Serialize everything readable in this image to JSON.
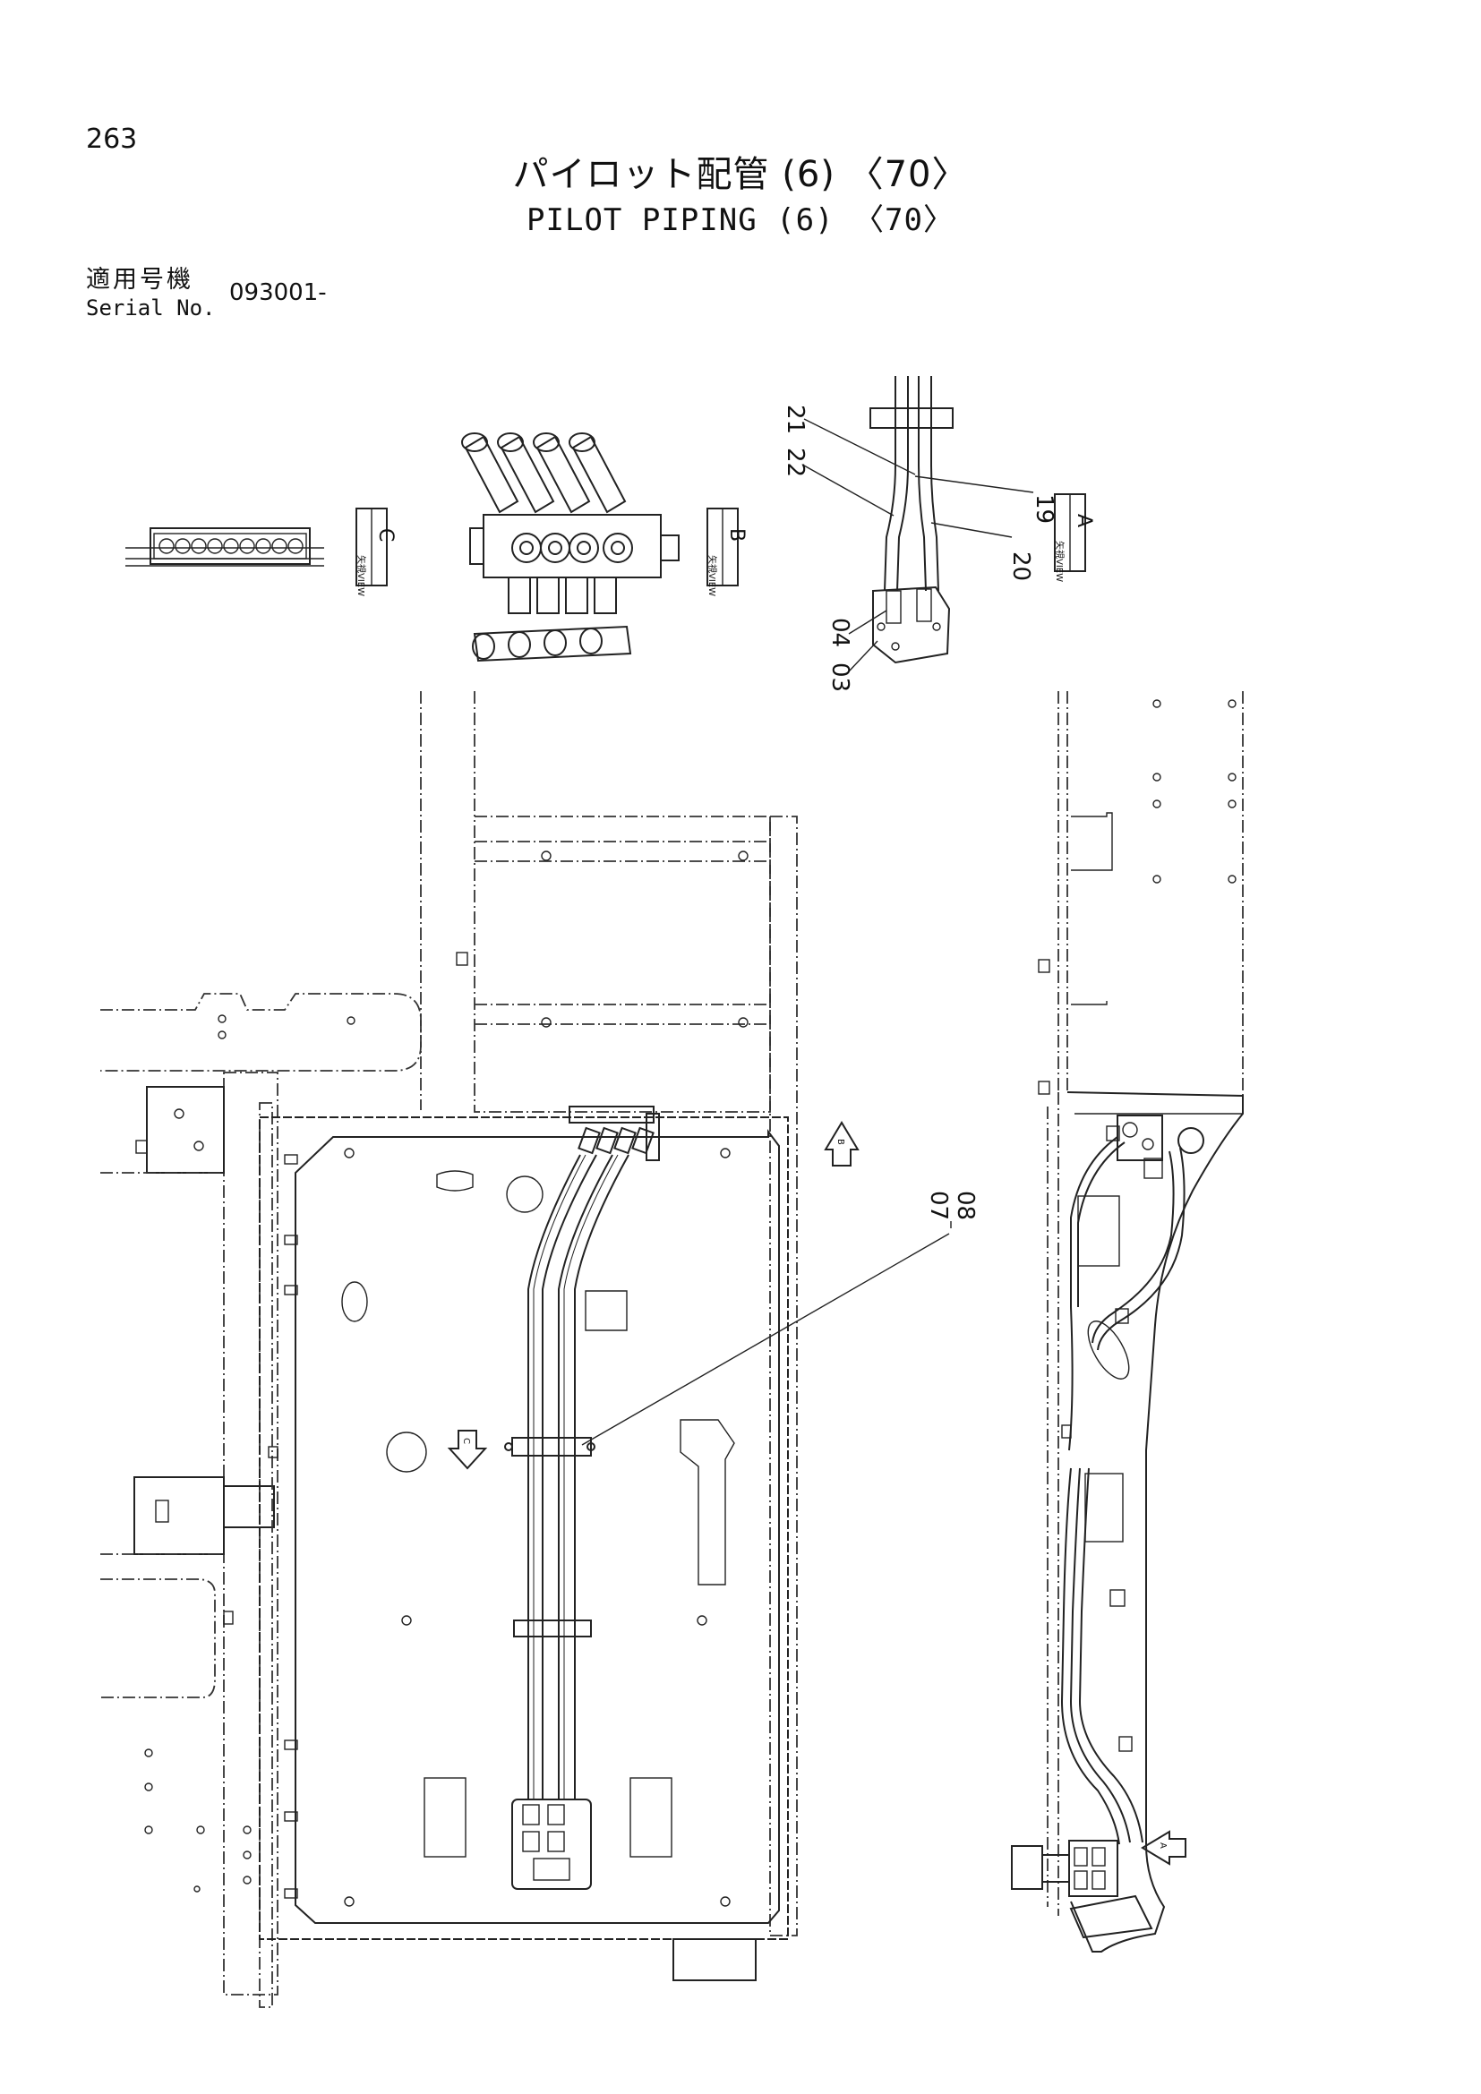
{
  "page": {
    "number": "263"
  },
  "title": {
    "jp": "パイロット配管 (6) 〈70〉",
    "en": "PILOT PIPING (6) 〈70〉"
  },
  "serial": {
    "label_jp": "適用号機",
    "label_en": "Serial No.",
    "value": "093001-"
  },
  "views": {
    "a": {
      "letter": "A",
      "jp": "矢視",
      "en": "VIEW"
    },
    "b": {
      "letter": "B",
      "jp": "矢視",
      "en": "VIEW"
    },
    "c": {
      "letter": "C",
      "jp": "矢視",
      "en": "VIEW"
    }
  },
  "part_callouts": {
    "c21": "21",
    "c22": "22",
    "c19": "19",
    "c20": "20",
    "c04": "04",
    "c03": "03",
    "c07": "07",
    "c08": "08"
  },
  "arrows": {
    "a": "A",
    "b": "B",
    "c": "C"
  }
}
